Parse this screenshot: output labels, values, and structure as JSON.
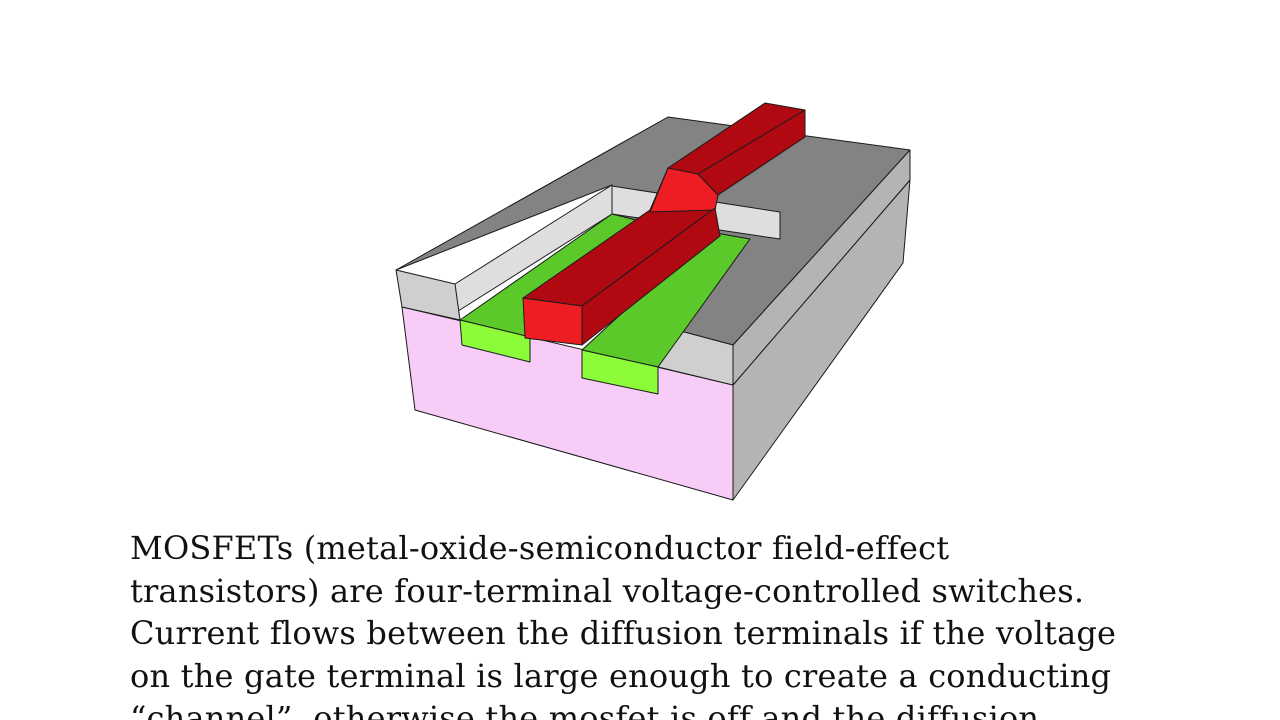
{
  "diagram": {
    "colors": {
      "substrate_front": "#f7ccf7",
      "substrate_side": "#b4b4b4",
      "oxide_top": "#838383",
      "oxide_front": "#cfcfcf",
      "oxide_wall": "#dedede",
      "diffusion_top": "#5cc92a",
      "diffusion_front": "#8cfb3a",
      "gate_top": "#b00912",
      "gate_front": "#ee1d23",
      "outline": "#1a1a1a"
    }
  },
  "caption": {
    "lines": [
      "MOSFETs (metal-oxide-semiconductor field-effect",
      "transistors) are four-terminal voltage-controlled switches.",
      "Current flows between the diffusion terminals if the voltage",
      "on the gate terminal is large enough to create a conducting",
      "“channel”, otherwise the mosfet is off and the diffusion"
    ]
  }
}
